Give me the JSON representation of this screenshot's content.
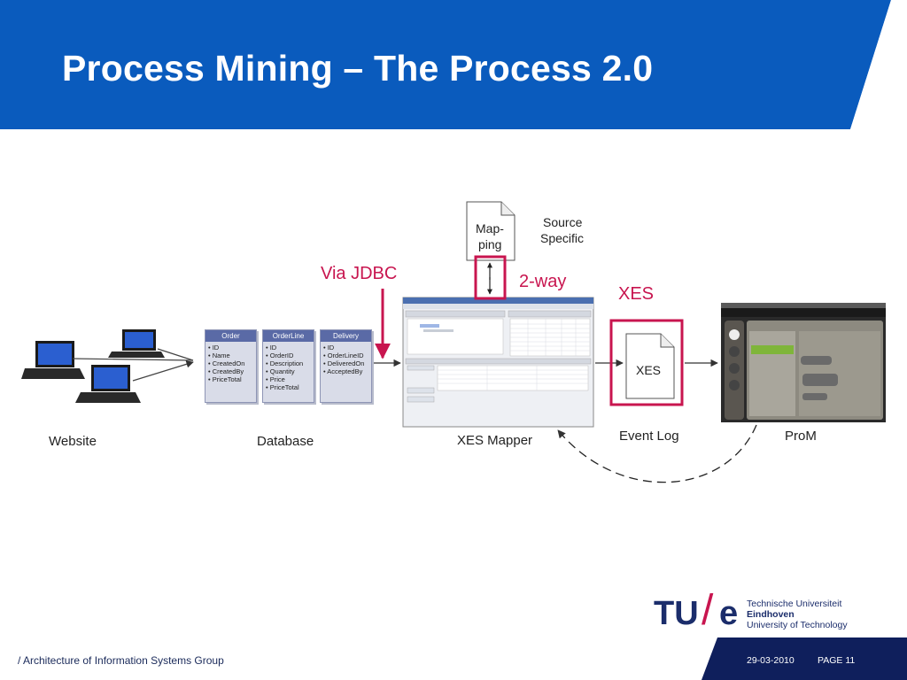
{
  "slide": {
    "title": "Process Mining – The Process 2.0"
  },
  "diagram": {
    "labels": {
      "website": "Website",
      "database": "Database",
      "via_jdbc": "Via JDBC",
      "xes_top": "XES",
      "two_way": "2-way",
      "source_specific_1": "Source",
      "source_specific_2": "Specific",
      "mapping_1": "Map-",
      "mapping_2": "ping",
      "xes_doc": "XES",
      "xes_mapper": "XES Mapper",
      "event_log": "Event Log",
      "prom": "ProM"
    },
    "tables": [
      {
        "title": "Order",
        "rows": [
          "ID",
          "Name",
          "CreatedOn",
          "CreatedBy",
          "PriceTotal"
        ]
      },
      {
        "title": "OrderLine",
        "rows": [
          "ID",
          "OrderID",
          "Description",
          "Quantity",
          "Price",
          "PriceTotal"
        ]
      },
      {
        "title": "Delivery",
        "rows": [
          "ID",
          "OrderLineID",
          "DeliveredOn",
          "AcceptedBy"
        ]
      }
    ]
  },
  "footer": {
    "group": "/ Architecture of Information Systems Group",
    "date": "29-03-2010",
    "page": "PAGE 11"
  },
  "logo": {
    "mark_tu": "TU",
    "mark_slash": "/",
    "mark_e": "e",
    "line1": "Technische Universiteit",
    "line2": "Eindhoven",
    "line3": "University of Technology"
  },
  "colors": {
    "header_blue": "#0a5bbd",
    "highlight": "#c8154f",
    "footer_navy": "#0f1f5c",
    "logo_red": "#c8154f"
  }
}
